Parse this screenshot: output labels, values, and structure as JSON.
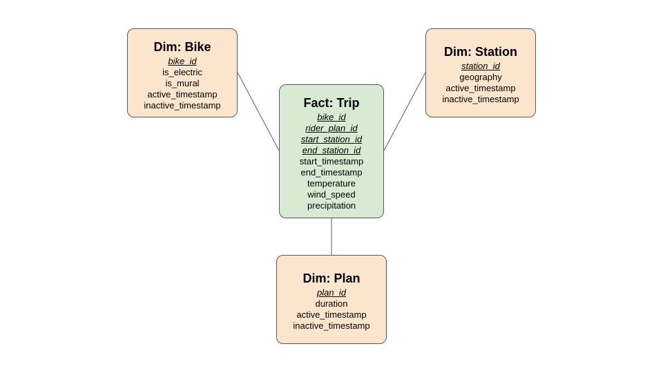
{
  "colors": {
    "dimension_fill": "#fce5cd",
    "fact_fill": "#d9ead3",
    "border": "#595959",
    "connector": "#595959"
  },
  "entities": {
    "bike": {
      "title": "Dim: Bike",
      "fields": [
        {
          "name": "bike_id",
          "key": true
        },
        {
          "name": "is_electric",
          "key": false
        },
        {
          "name": "is_mural",
          "key": false
        },
        {
          "name": "active_timestamp",
          "key": false
        },
        {
          "name": "inactive_timestamp",
          "key": false
        }
      ]
    },
    "station": {
      "title": "Dim: Station",
      "fields": [
        {
          "name": "station_id",
          "key": true
        },
        {
          "name": "geography",
          "key": false
        },
        {
          "name": "active_timestamp",
          "key": false
        },
        {
          "name": "inactive_timestamp",
          "key": false
        }
      ]
    },
    "trip": {
      "title": "Fact: Trip",
      "fields": [
        {
          "name": "bike_id",
          "key": true
        },
        {
          "name": "rider_plan_id",
          "key": true
        },
        {
          "name": "start_station_id",
          "key": true
        },
        {
          "name": "end_station_id",
          "key": true
        },
        {
          "name": "start_timestamp",
          "key": false
        },
        {
          "name": "end_timestamp",
          "key": false
        },
        {
          "name": "temperature",
          "key": false
        },
        {
          "name": "wind_speed",
          "key": false
        },
        {
          "name": "precipitation",
          "key": false
        }
      ]
    },
    "plan": {
      "title": "Dim: Plan",
      "fields": [
        {
          "name": "plan_id",
          "key": true
        },
        {
          "name": "duration",
          "key": false
        },
        {
          "name": "active_timestamp",
          "key": false
        },
        {
          "name": "inactive_timestamp",
          "key": false
        }
      ]
    }
  }
}
